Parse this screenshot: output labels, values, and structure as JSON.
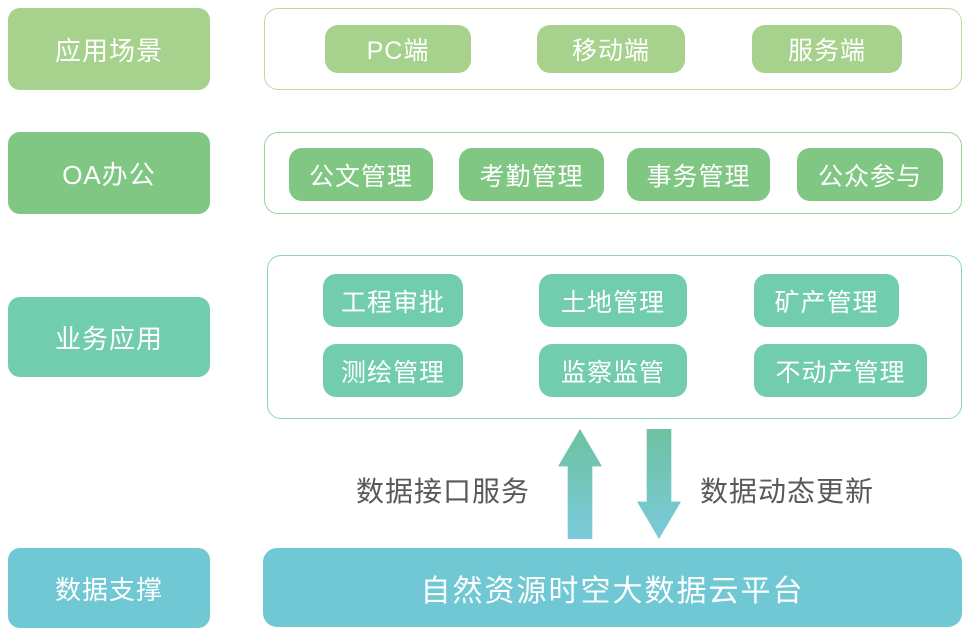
{
  "layer1": {
    "label": "应用场景",
    "items": [
      "PC端",
      "移动端",
      "服务端"
    ]
  },
  "layer2": {
    "label": "OA办公",
    "items": [
      "公文管理",
      "考勤管理",
      "事务管理",
      "公众参与"
    ]
  },
  "layer3": {
    "label": "业务应用",
    "row1": [
      "工程审批",
      "土地管理",
      "矿产管理"
    ],
    "row2": [
      "测绘管理",
      "监察监管",
      "不动产管理"
    ]
  },
  "flows": {
    "up_label": "数据接口服务",
    "down_label": "数据动态更新"
  },
  "layer4": {
    "label": "数据支撑",
    "platform": "自然资源时空大数据云平台"
  },
  "colors": {
    "light_green": "#a6d28e",
    "light_green_border": "#b9dca4",
    "green": "#7fc783",
    "green_border": "#9ad39d",
    "teal": "#72ccae",
    "teal_border": "#8dd5bf",
    "cyan": "#6fc8d3",
    "arrow_top": "#6ec2a0",
    "arrow_bottom": "#7acadb",
    "flow_text": "#595959"
  }
}
